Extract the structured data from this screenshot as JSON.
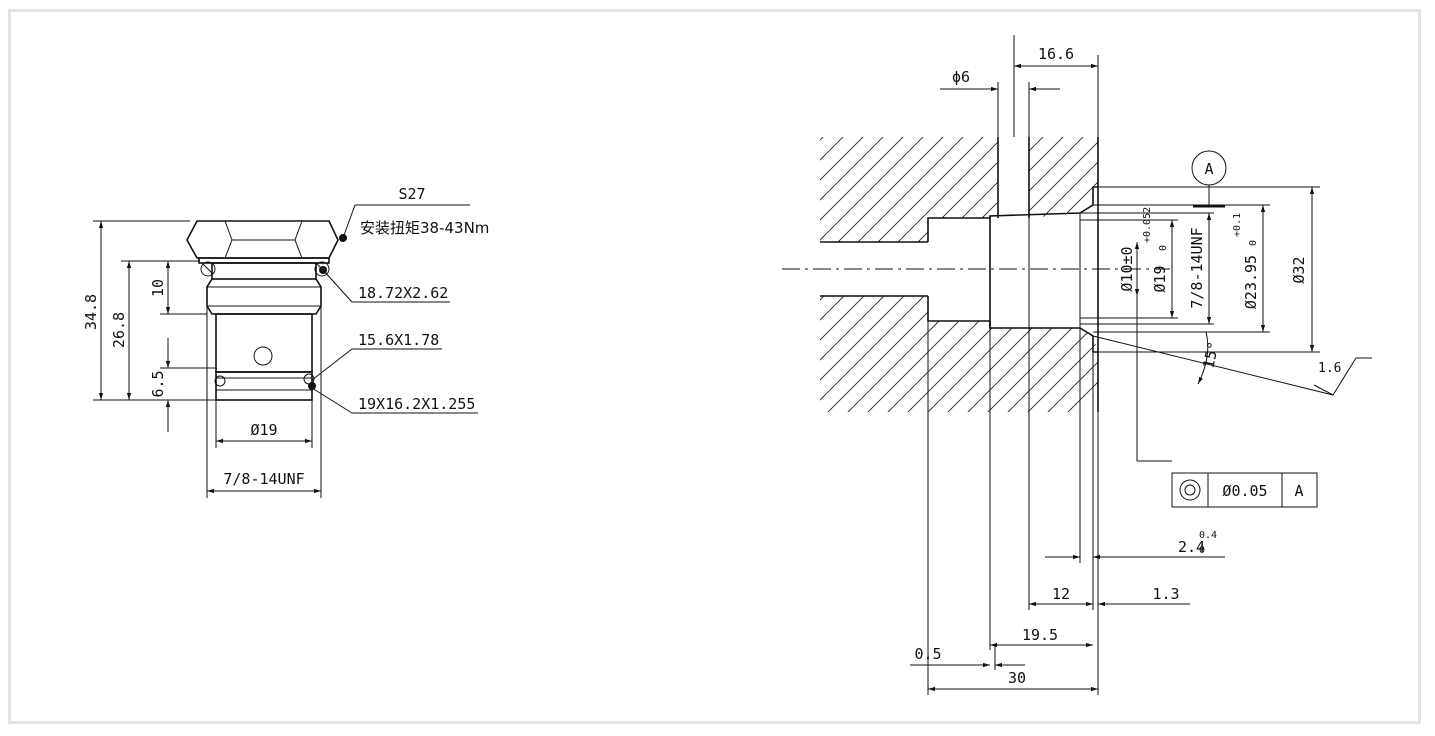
{
  "left_view": {
    "hex_label": "S27",
    "torque_label": "安装扭矩38-43Nm",
    "oring_top_label": "18.72X2.62",
    "oring_mid_label": "15.6X1.78",
    "backup_ring_label": "19X16.2X1.255",
    "dim_overall": "34.8",
    "dim_26_8": "26.8",
    "dim_10": "10",
    "dim_6_5": "6.5",
    "dim_dia19": "Ø19",
    "dim_thread": "7/8-14UNF"
  },
  "right_view": {
    "dim_phi6": "ϕ6",
    "dim_16_6": "16.6",
    "datum_label": "A",
    "dim_dia10": "Ø10±0",
    "dim_dia19": "Ø19",
    "dim_dia19_tol_upper": "+0.052",
    "dim_dia19_tol_lower": "0",
    "dim_thread": "7/8-14UNF",
    "dim_dia23_95": "Ø23.95",
    "dim_dia23_95_tol_upper": "+0.1",
    "dim_dia23_95_tol_lower": "0",
    "dim_dia32": "Ø32",
    "angle_15": "15°",
    "roughness": "1.6",
    "gdt_value": "Ø0.05",
    "gdt_datum": "A",
    "dim_2_4": "2.4",
    "dim_2_4_tol_upper": "0.4",
    "dim_2_4_tol_lower": "0",
    "dim_12": "12",
    "dim_1_3": "1.3",
    "dim_19_5": "19.5",
    "dim_0_5": "0.5",
    "dim_30": "30"
  }
}
